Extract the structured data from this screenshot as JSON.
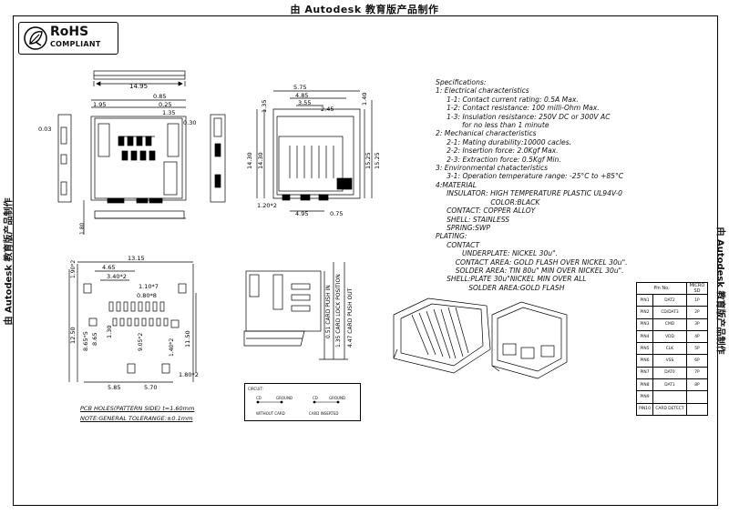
{
  "watermark": {
    "top": "由 Autodesk 教育版产品制作",
    "left": "由 Autodesk 教育版产品制作",
    "right": "由 Autodesk 教育版产品制作"
  },
  "logo": {
    "title": "RoHS",
    "subtitle": "COMPLIANT"
  },
  "specifications": {
    "lines": [
      "Specifications:",
      "1: Electrical characteristics",
      "     1-1: Contact current rating: 0.5A Max.",
      "     1-2: Contact resistance: 100 milli-Ohm Max.",
      "     1-3: Insulation resistance: 250V DC or 300V AC",
      "            for no less than 1 minute",
      "2: Mechanical characteristics",
      "     2-1: Mating durability:10000 cacles.",
      "     2-2: Insertion force: 2.0Kgf Max.",
      "     2-3: Extraction force: 0.5Kgf Min.",
      "3: Environmental chatacteristics",
      "     3-1: Operation temperature range: -25°C to +85°C",
      "4:MATERIAL",
      "     INSULATOR: HIGH TEMPERATURE PLASTIC UL94V-0",
      "                         COLOR:BLACK",
      "     CONTACT: COPPER ALLOY",
      "     SHELL: STAINLESS",
      "     SPRING:SWP",
      "PLATING:",
      "     CONTACT",
      "            UNDERPLATE: NICKEL 30u\".",
      "         CONTACT AREA: GOLD FLASH OVER NICKEL 30u\".",
      "         SOLDER AREA: TIN 80u\" MIN OVER NICKEL 30u\".",
      "     SHELL:PLATE 30u\"NICKEL MIN OVER ALL",
      "               SOLDER AREA:GOLD FLASH"
    ]
  },
  "pin_table": {
    "headers": [
      "Pin No.",
      "MICRO SD"
    ],
    "rows": [
      {
        "pin": "PIN1",
        "signal": "DAT2",
        "sd": "1P"
      },
      {
        "pin": "PIN2",
        "signal": "CD/DAT3",
        "sd": "2P"
      },
      {
        "pin": "PIN3",
        "signal": "CMD",
        "sd": "3P"
      },
      {
        "pin": "PIN4",
        "signal": "VDD",
        "sd": "4P"
      },
      {
        "pin": "PIN5",
        "signal": "CLK",
        "sd": "5P"
      },
      {
        "pin": "PIN6",
        "signal": "VSS",
        "sd": "6P"
      },
      {
        "pin": "PIN7",
        "signal": "DAT0",
        "sd": "7P"
      },
      {
        "pin": "PIN8",
        "signal": "DAT1",
        "sd": "8P"
      },
      {
        "pin": "PIN9",
        "signal": "",
        "sd": ""
      },
      {
        "pin": "PIN10",
        "signal": "CARD DETECT",
        "sd": ""
      }
    ]
  },
  "notes": {
    "pcb": "PCB HOLES(PATTERN SIDE) t=1.60mm",
    "tolerance": "NOTE:GENERAL TOLERANGE:±0.1mm"
  },
  "circuit": {
    "title": "CIRCUIT:",
    "cd1": "CD",
    "gnd1": "GROUND",
    "label1": "WITHOUT CARD",
    "cd2": "CD",
    "gnd2": "GROUND",
    "label2": "CARD INSERTED"
  },
  "dimensions": {
    "top_view_width": "14.95",
    "front": [
      "0.85",
      "1.95",
      "0.25",
      "1.35",
      "0.30",
      "0.03"
    ],
    "front_left": "1.80",
    "right_view": [
      "5.75",
      "4.85",
      "3.55",
      "2.45",
      "1.40",
      "1.35",
      "14.30",
      "14.30",
      "15.25",
      "15.25",
      "1.20*2",
      "4.95",
      "0.75"
    ],
    "pcb": [
      "13.15",
      "4.65",
      "3.40*2",
      "1.10*7",
      "0.80*8",
      "1.90*2",
      "12.50",
      "8.65*5",
      "8.65",
      "1.30",
      "9.05*2",
      "1.40*2",
      "11.50",
      "1.80*2",
      "5.85",
      "5.70"
    ],
    "side": [
      "0.51 CARD PUSH IN",
      "1.35 CARD LOCK POSITION",
      "4.47 CARD PUSH OUT"
    ]
  }
}
